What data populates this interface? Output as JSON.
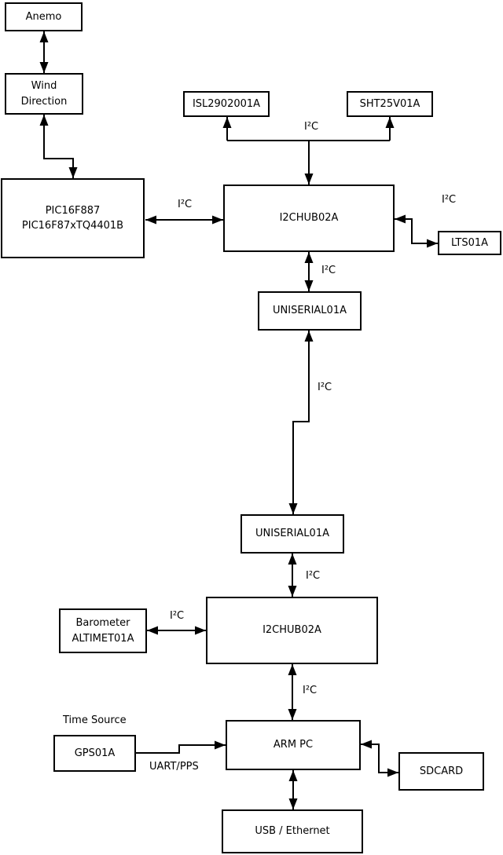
{
  "i2c_label": "I²C",
  "nodes": {
    "anemo": {
      "label": "Anemo"
    },
    "wind_direction": {
      "line1": "Wind",
      "line2": "Direction"
    },
    "pic_mcu": {
      "line1": "PIC16F887",
      "line2": "PIC16F87xTQ4401B"
    },
    "isl_sensor": {
      "label": "ISL2902001A"
    },
    "sht_sensor": {
      "label": "SHT25V01A"
    },
    "i2c_hub_top": {
      "label": "I2CHUB02A"
    },
    "lts_sensor": {
      "label": "LTS01A"
    },
    "uniserial_top": {
      "label": "UNISERIAL01A"
    },
    "uniserial_bottom": {
      "label": "UNISERIAL01A"
    },
    "i2c_hub_bottom": {
      "label": "I2CHUB02A"
    },
    "barometer": {
      "line1": "Barometer",
      "line2": "ALTIMET01A"
    },
    "arm_pc": {
      "label": "ARM PC"
    },
    "gps": {
      "label": "GPS01A"
    },
    "sdcard": {
      "label": "SDCARD"
    },
    "usb_ethernet": {
      "label": "USB / Ethernet"
    }
  },
  "edge_labels": {
    "time_source": "Time Source",
    "uart_pps": "UART/PPS"
  },
  "colors": {
    "line": "#000000",
    "box_border": "#000000",
    "box_fill": "#ffffff",
    "background": "#ffffff"
  }
}
